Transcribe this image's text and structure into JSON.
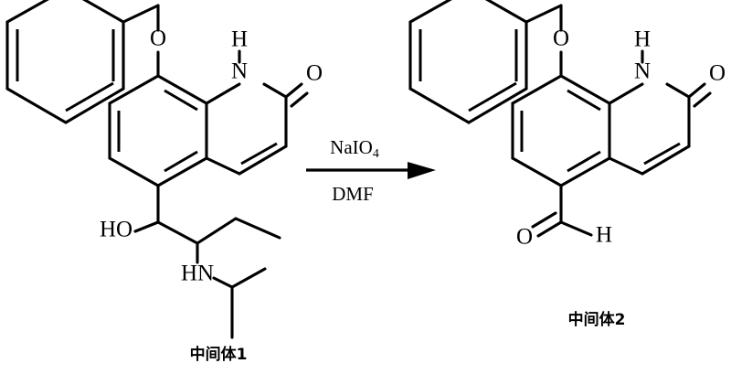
{
  "scheme": {
    "title": "Chemical reaction scheme: oxidative cleavage of intermediate 1 to intermediate 2",
    "background_color": "#ffffff",
    "line_color": "#000000"
  },
  "reagents": {
    "above_arrow": "NaIO",
    "above_arrow_subscript": "4",
    "above_arrow_full": "NaIO4",
    "below_arrow": "DMF"
  },
  "reactant": {
    "caption": "中间体1",
    "atom_labels": {
      "ether_oxygen": "O",
      "amide_nitrogen": "N",
      "amide_nh_hydrogen": "H",
      "carbonyl_oxygen": "O",
      "hydroxyl": "HO",
      "amine": "HN"
    }
  },
  "product": {
    "caption": "中间体2",
    "atom_labels": {
      "ether_oxygen": "O",
      "amide_nitrogen": "N",
      "amide_nh_hydrogen": "H",
      "carbonyl_oxygen": "O",
      "aldehyde_oxygen": "O",
      "aldehyde_hydrogen": "H"
    }
  }
}
